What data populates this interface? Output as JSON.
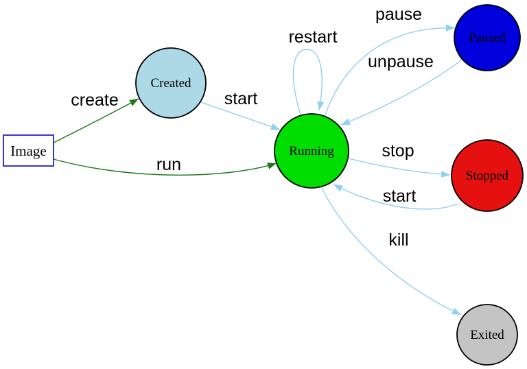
{
  "diagram": {
    "nodes": {
      "image": {
        "label": "Image"
      },
      "created": {
        "label": "Created"
      },
      "running": {
        "label": "Running"
      },
      "paused": {
        "label": "Paused"
      },
      "stopped": {
        "label": "Stopped"
      },
      "exited": {
        "label": "Exited"
      }
    },
    "edges": {
      "create": {
        "label": "create",
        "from": "image",
        "to": "created"
      },
      "run": {
        "label": "run",
        "from": "image",
        "to": "running"
      },
      "start_created_running": {
        "label": "start",
        "from": "created",
        "to": "running"
      },
      "restart": {
        "label": "restart",
        "from": "running",
        "to": "running"
      },
      "pause": {
        "label": "pause",
        "from": "running",
        "to": "paused"
      },
      "unpause": {
        "label": "unpause",
        "from": "paused",
        "to": "running"
      },
      "stop": {
        "label": "stop",
        "from": "running",
        "to": "stopped"
      },
      "start_stopped_running": {
        "label": "start",
        "from": "stopped",
        "to": "running"
      },
      "kill": {
        "label": "kill",
        "from": "running",
        "to": "exited"
      }
    },
    "colors": {
      "created_fill": "#add8e6",
      "running_fill": "#00dd00",
      "paused_fill": "#0000dd",
      "stopped_fill": "#e51111",
      "exited_fill": "#c4c4c4",
      "edge_blue": "#8fd0ec",
      "edge_green": "#1a7a1a",
      "image_border": "#2020cc"
    }
  }
}
